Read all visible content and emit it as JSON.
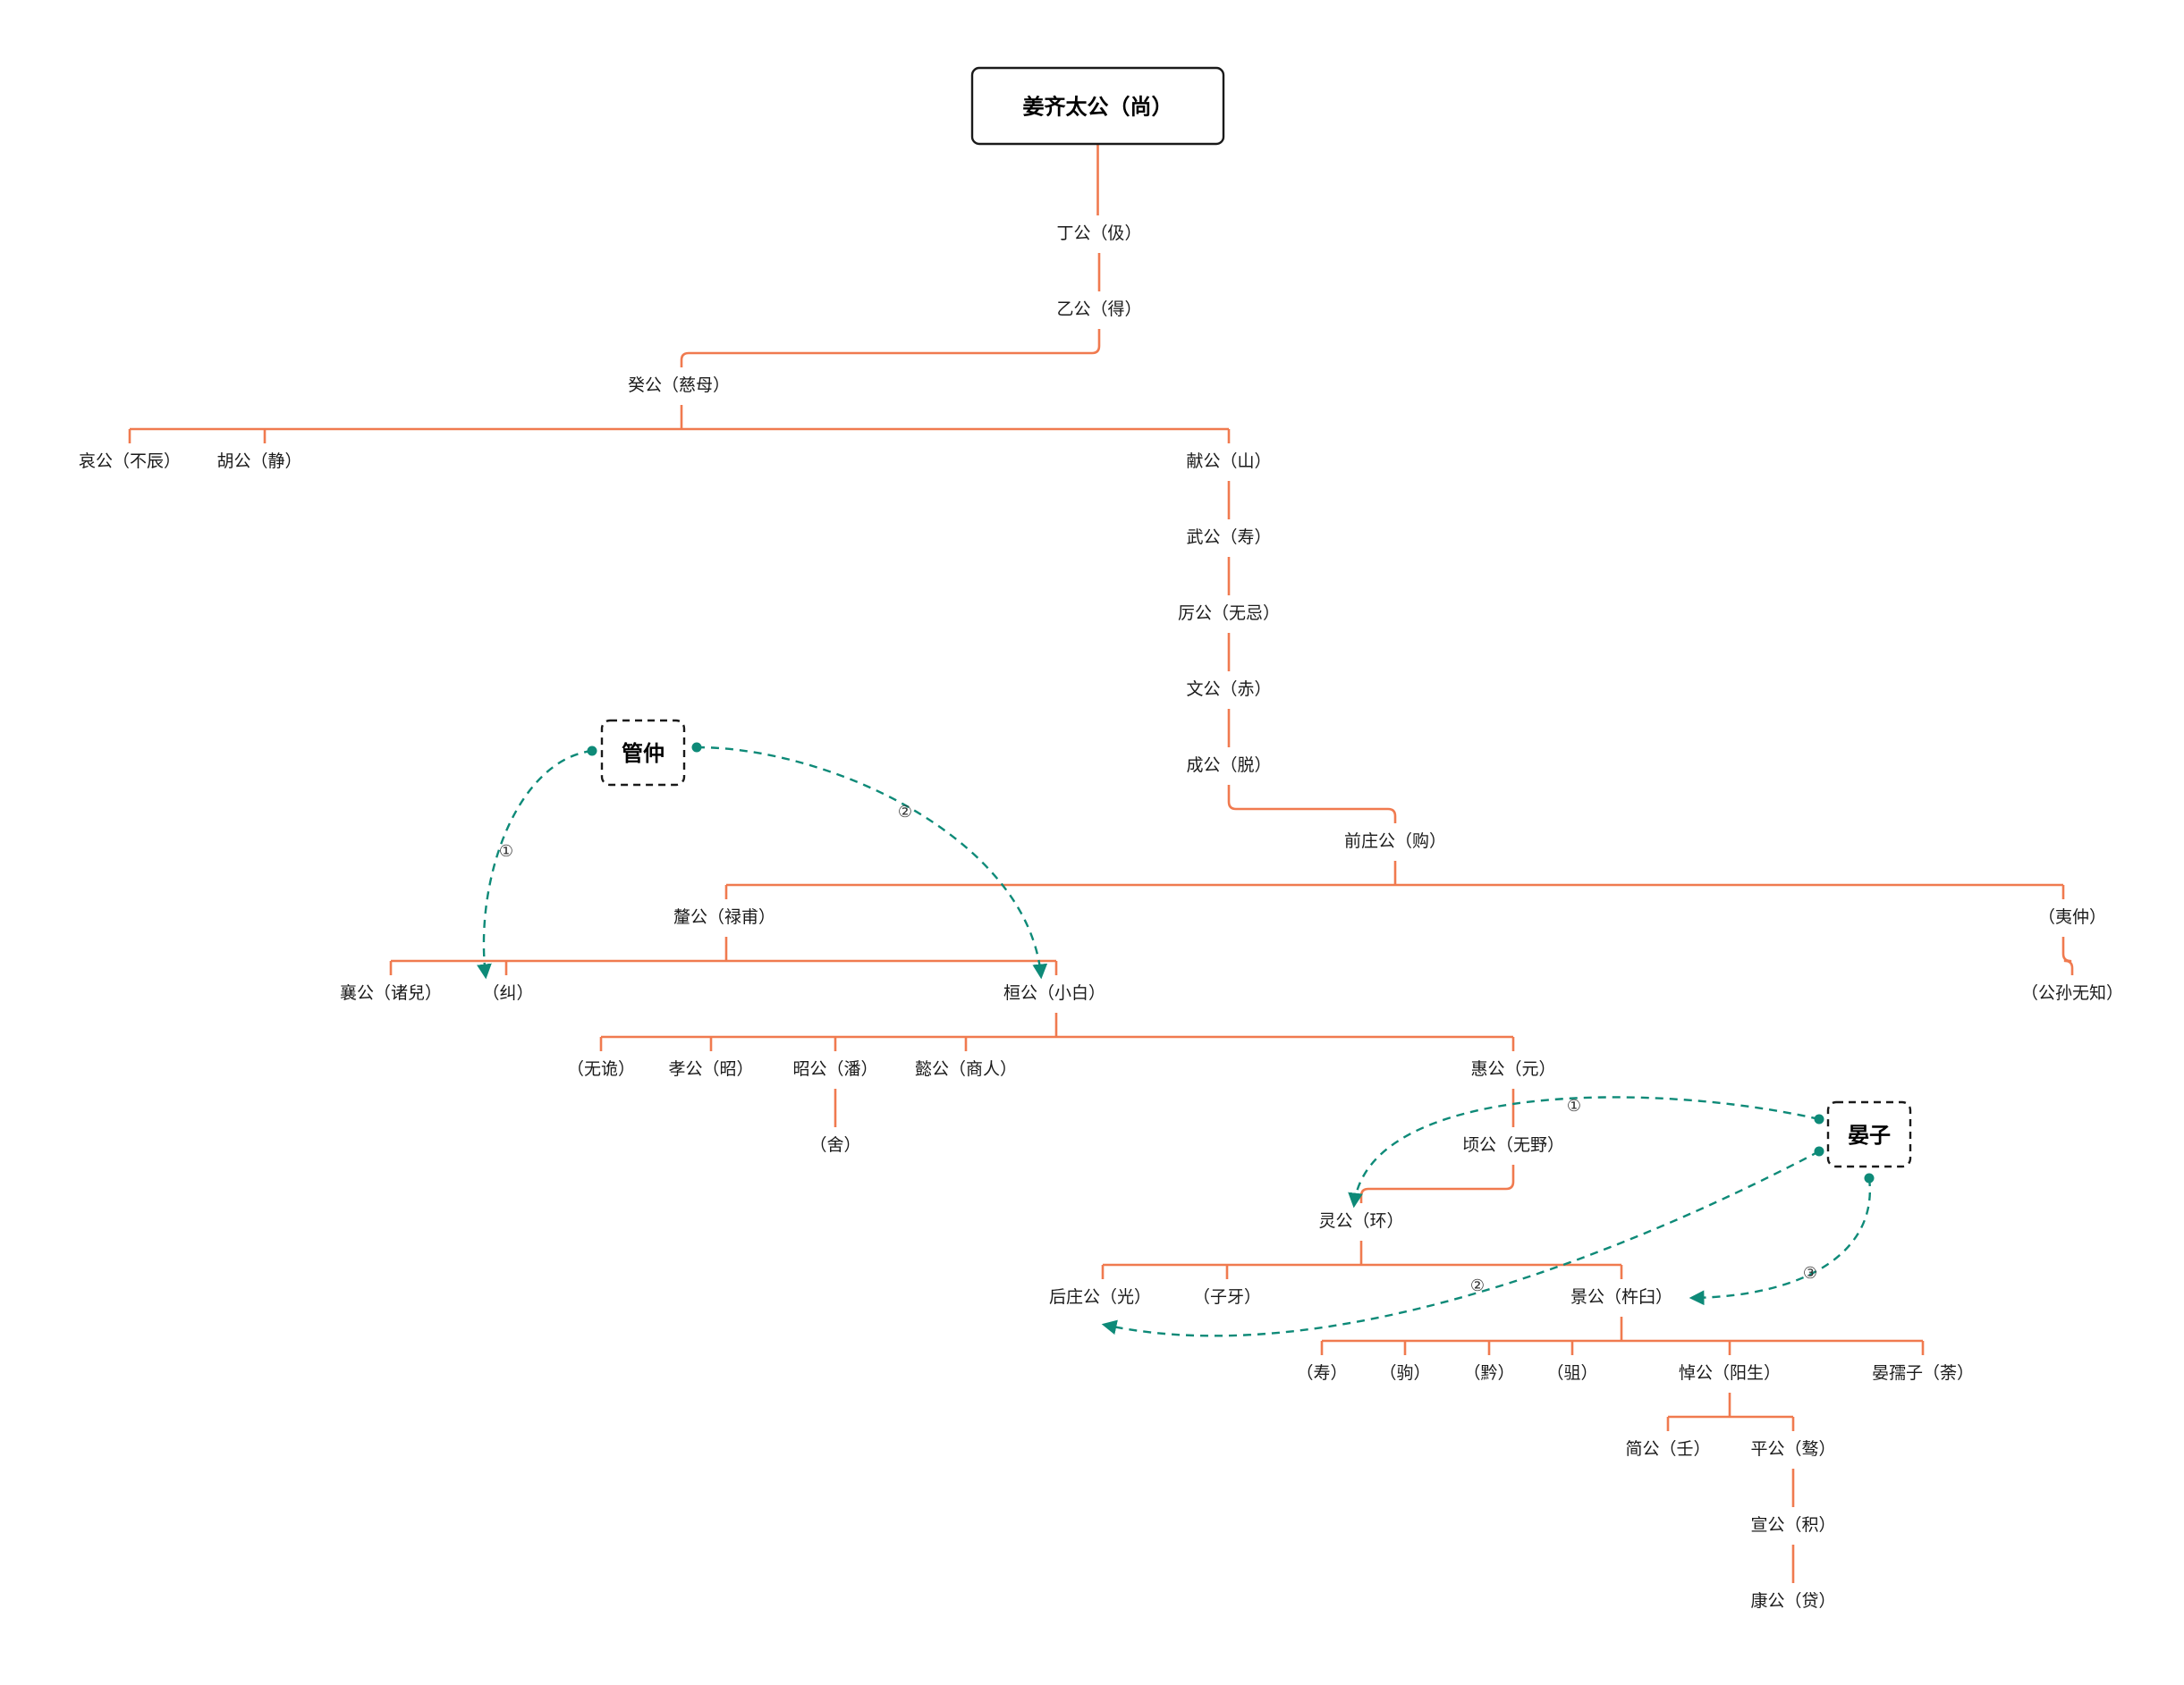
{
  "colors": {
    "tree_line": "#f07a4f",
    "advisor_line": "#0e8a78",
    "root_border": "#1a1a1a",
    "advisor_border": "#1a1a1a"
  },
  "root": {
    "label": "姜齐太公（尚）"
  },
  "nodes": [
    {
      "id": "ding",
      "label": "丁公（伋）",
      "parent": "root"
    },
    {
      "id": "yi",
      "label": "乙公（得）",
      "parent": "ding"
    },
    {
      "id": "gui",
      "label": "癸公（慈母）",
      "parent": "yi"
    },
    {
      "id": "ai",
      "label": "哀公（不辰）",
      "parent": "gui"
    },
    {
      "id": "hu",
      "label": "胡公（静）",
      "parent": "gui"
    },
    {
      "id": "xian",
      "label": "献公（山）",
      "parent": "gui"
    },
    {
      "id": "wu",
      "label": "武公（寿）",
      "parent": "xian"
    },
    {
      "id": "li",
      "label": "厉公（无忌）",
      "parent": "wu"
    },
    {
      "id": "wen",
      "label": "文公（赤）",
      "parent": "li"
    },
    {
      "id": "cheng",
      "label": "成公（脱）",
      "parent": "wen"
    },
    {
      "id": "qianzhuang",
      "label": "前庄公（购）",
      "parent": "cheng"
    },
    {
      "id": "xi",
      "label": "釐公（禄甫）",
      "parent": "qianzhuang"
    },
    {
      "id": "yizhong",
      "label": "（夷仲）",
      "parent": "qianzhuang"
    },
    {
      "id": "gongsun",
      "label": "（公孙无知）",
      "parent": "yizhong"
    },
    {
      "id": "xiang",
      "label": "襄公（诸兒）",
      "parent": "xi"
    },
    {
      "id": "jiu",
      "label": "（纠）",
      "parent": "xi"
    },
    {
      "id": "huan",
      "label": "桓公（小白）",
      "parent": "xi"
    },
    {
      "id": "wugui",
      "label": "（无诡）",
      "parent": "huan"
    },
    {
      "id": "xiao",
      "label": "孝公（昭）",
      "parent": "huan"
    },
    {
      "id": "zhao",
      "label": "昭公（潘）",
      "parent": "huan"
    },
    {
      "id": "yig",
      "label": "懿公（商人）",
      "parent": "huan"
    },
    {
      "id": "hui",
      "label": "惠公（元）",
      "parent": "huan"
    },
    {
      "id": "she",
      "label": "（舍）",
      "parent": "zhao"
    },
    {
      "id": "qing",
      "label": "顷公（无野）",
      "parent": "hui"
    },
    {
      "id": "ling",
      "label": "灵公（环）",
      "parent": "qing"
    },
    {
      "id": "houzhuang",
      "label": "后庄公（光）",
      "parent": "ling"
    },
    {
      "id": "ziya",
      "label": "（子牙）",
      "parent": "ling"
    },
    {
      "id": "jing",
      "label": "景公（杵臼）",
      "parent": "ling"
    },
    {
      "id": "shou",
      "label": "（寿）",
      "parent": "jing"
    },
    {
      "id": "ju",
      "label": "（驹）",
      "parent": "jing"
    },
    {
      "id": "qian",
      "label": "（黔）",
      "parent": "jing"
    },
    {
      "id": "qu",
      "label": "（驵）",
      "parent": "jing"
    },
    {
      "id": "dao",
      "label": "悼公（阳生）",
      "parent": "jing"
    },
    {
      "id": "anruzi",
      "label": "晏孺子（荼）",
      "parent": "jing"
    },
    {
      "id": "jian",
      "label": "简公（壬）",
      "parent": "dao"
    },
    {
      "id": "ping",
      "label": "平公（骜）",
      "parent": "dao"
    },
    {
      "id": "xuan",
      "label": "宣公（积）",
      "parent": "ping"
    },
    {
      "id": "kang",
      "label": "康公（贷）",
      "parent": "xuan"
    }
  ],
  "advisors": [
    {
      "id": "guanzhong",
      "label": "管仲",
      "links": [
        {
          "target": "jiu",
          "step": "①"
        },
        {
          "target": "huan",
          "step": "②"
        }
      ]
    },
    {
      "id": "yanzi",
      "label": "晏子",
      "links": [
        {
          "target": "ling",
          "step": "①"
        },
        {
          "target": "houzhuang",
          "step": "②"
        },
        {
          "target": "jing",
          "step": "③"
        }
      ]
    }
  ]
}
